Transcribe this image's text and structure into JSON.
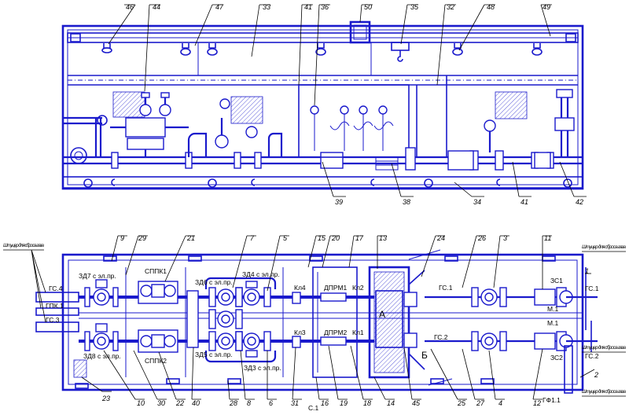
{
  "top_callouts": [
    {
      "id": "c46",
      "text": "46"
    },
    {
      "id": "c44",
      "text": "44"
    },
    {
      "id": "c47",
      "text": "47"
    },
    {
      "id": "c33",
      "text": "33"
    },
    {
      "id": "c41a",
      "text": "41"
    },
    {
      "id": "c36",
      "text": "36"
    },
    {
      "id": "c50",
      "text": "50"
    },
    {
      "id": "c35",
      "text": "35"
    },
    {
      "id": "c32",
      "text": "32"
    },
    {
      "id": "c48",
      "text": "48"
    },
    {
      "id": "c49",
      "text": "49"
    },
    {
      "id": "c39",
      "text": "39"
    },
    {
      "id": "c38",
      "text": "38"
    },
    {
      "id": "c34",
      "text": "34"
    },
    {
      "id": "c41b",
      "text": "41"
    },
    {
      "id": "c42",
      "text": "42"
    }
  ],
  "bottom_callouts_top": [
    {
      "id": "b9",
      "text": "9"
    },
    {
      "id": "b29",
      "text": "29"
    },
    {
      "id": "b21",
      "text": "21"
    },
    {
      "id": "b7",
      "text": "7"
    },
    {
      "id": "b5",
      "text": "5"
    },
    {
      "id": "b15",
      "text": "15"
    },
    {
      "id": "b20",
      "text": "20"
    },
    {
      "id": "b17",
      "text": "17"
    },
    {
      "id": "b13",
      "text": "13"
    },
    {
      "id": "b24",
      "text": "24"
    },
    {
      "id": "b26",
      "text": "26"
    },
    {
      "id": "b3",
      "text": "3"
    },
    {
      "id": "b11",
      "text": "11"
    },
    {
      "id": "b1",
      "text": "1"
    }
  ],
  "bottom_callouts_bottom": [
    {
      "id": "d23",
      "text": "23"
    },
    {
      "id": "d10",
      "text": "10"
    },
    {
      "id": "d30",
      "text": "30"
    },
    {
      "id": "d22",
      "text": "22"
    },
    {
      "id": "d40",
      "text": "40"
    },
    {
      "id": "d28",
      "text": "28"
    },
    {
      "id": "d8",
      "text": "8"
    },
    {
      "id": "d6",
      "text": "6"
    },
    {
      "id": "d31",
      "text": "31"
    },
    {
      "id": "d16",
      "text": "16"
    },
    {
      "id": "d19",
      "text": "19"
    },
    {
      "id": "d18",
      "text": "18"
    },
    {
      "id": "d14",
      "text": "14"
    },
    {
      "id": "d45",
      "text": "45"
    },
    {
      "id": "d25",
      "text": "25"
    },
    {
      "id": "d27",
      "text": "27"
    },
    {
      "id": "d4",
      "text": "4"
    },
    {
      "id": "d12",
      "text": "12"
    },
    {
      "id": "d2",
      "text": "2"
    }
  ],
  "labels": {
    "gs4": "ГС.4",
    "gpk1": "ГПК.1",
    "gs3": "ГС.3",
    "zd7": "ЗД7  с  эл.пр.",
    "zd8": "ЗД8  с  эл.пр.",
    "sppk1": "СППК1",
    "sppk2": "СППК2",
    "zd6": "ЗД6  с  эл.пр.",
    "zd4": "ЗД4  с  эл.пр.",
    "zd5": "ЗД5  с  эл.пр.",
    "zd3": "ЗД3  с  эл.пр.",
    "kl4": "Кл4",
    "kl3": "Кл3",
    "dprm1": "ДПРМ1",
    "kl2": "Кл2",
    "dprm2": "ДПРМ2",
    "kl1": "Кл1",
    "a": "А",
    "b": "Б",
    "gs1_in": "ГС.1",
    "gs2_in": "ГС.2",
    "zs1": "ЗС1",
    "zs2": "ЗС2",
    "m1_top": "М.1",
    "m1_bot": "М.1",
    "gs1_out": "ГС.1",
    "gs2_out": "ГС.2",
    "gf11": "ГФ1.1",
    "s1": "С.1",
    "shtutser_left": "Штуцер для сброса газа",
    "shtutser_r1": "Штуцер для сброса газа",
    "shtutser_r2": "Штуцер для сброса газа",
    "shtutser_r3": "Штуцер для сброса газа"
  },
  "colors": {
    "line": "#1a1acc",
    "annotation": "#000000",
    "background": "#ffffff"
  }
}
